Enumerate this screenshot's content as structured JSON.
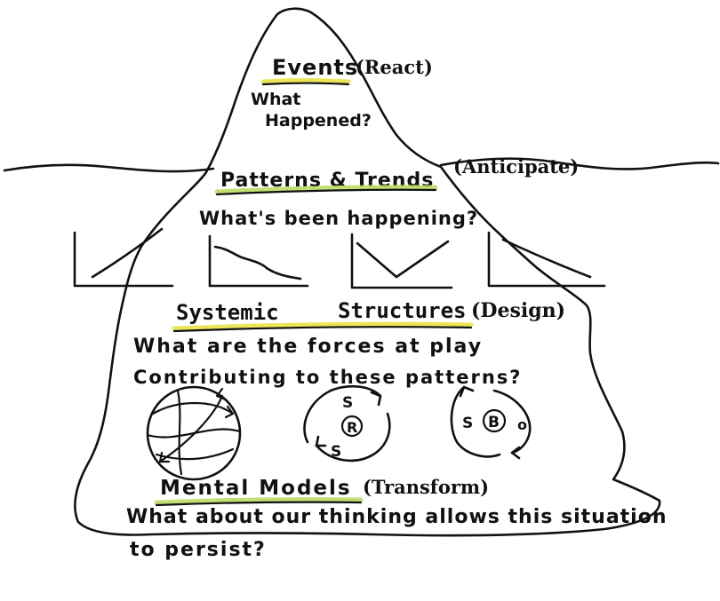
{
  "colors": {
    "ink": "#111111",
    "highlight_yellow": "#e8e23c",
    "highlight_green": "#b9d85a",
    "background": "#ffffff"
  },
  "levels": {
    "events": {
      "title": "Events",
      "mode": "(React)",
      "question_line1": "What",
      "question_line2": "Happened?"
    },
    "patterns": {
      "title": "Patterns & Trends",
      "mode": "(Anticipate)",
      "question": "What's been happening?"
    },
    "structures": {
      "title_part1": "Systemic",
      "title_part2": "Structures",
      "mode": "(Design)",
      "question_line1": "What are the forces at play",
      "question_line2": "Contributing to these patterns?"
    },
    "mental_models": {
      "title": "Mental Models",
      "mode": "(Transform)",
      "question_line1": "What about our thinking allows this situation",
      "question_line2": "to persist?"
    }
  },
  "loops": {
    "reinforcing": {
      "center": "R",
      "top_label": "S",
      "bottom_label": "S"
    },
    "balancing": {
      "center": "B",
      "left_label": "S",
      "right_label": "o"
    }
  },
  "trend_icons": [
    "rising-trend-icon",
    "declining-step-trend-icon",
    "v-shaped-trend-icon",
    "falling-trend-icon"
  ]
}
